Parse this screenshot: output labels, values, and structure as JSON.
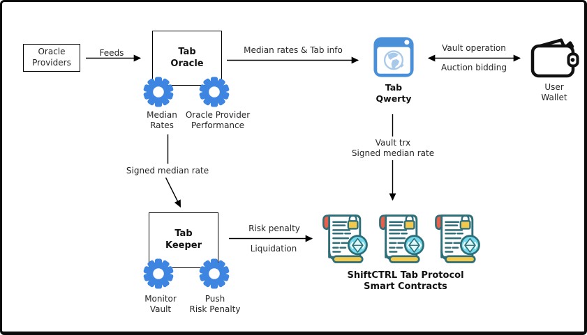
{
  "title": "ShiftCTRL Tab Protocol architecture diagram",
  "colors": {
    "background": "#ffffff",
    "frame_border": "#000000",
    "connector": "#000000",
    "text": "#252525",
    "gear_blue": "#3D85E0",
    "browser_blue": "#4A90D9",
    "globe_blue": "#A9C9EA",
    "contract_teal": "#2E6E78",
    "contract_red": "#E8604C",
    "contract_yellow": "#F2C94C",
    "contract_cyan": "#74D9EC",
    "wallet_black": "#111111"
  },
  "nodes": {
    "oracle_providers": {
      "line1": "Oracle",
      "line2": "Providers"
    },
    "tab_oracle": {
      "line1": "Tab",
      "line2": "Oracle"
    },
    "tab_qwerty": {
      "line1": "Tab",
      "line2": "Qwerty"
    },
    "user_wallet": {
      "line1": "User",
      "line2": "Wallet"
    },
    "tab_keeper": {
      "line1": "Tab",
      "line2": "Keeper"
    },
    "smart_contracts": {
      "line1": "ShiftCTRL Tab Protocol",
      "line2": "Smart Contracts"
    }
  },
  "gear_labels": {
    "median_rates": {
      "line1": "Median",
      "line2": "Rates"
    },
    "oracle_provider_performance": {
      "line1": "Oracle Provider",
      "line2": "Performance"
    },
    "monitor_vault": {
      "line1": "Monitor",
      "line2": "Vault"
    },
    "push_risk_penalty": {
      "line1": "Push",
      "line2": "Risk Penalty"
    }
  },
  "edges": {
    "feeds": "Feeds",
    "median_rates_tab_info": "Median rates & Tab info",
    "vault_operation": "Vault operation",
    "auction_bidding": "Auction bidding",
    "vault_trx": "Vault trx",
    "signed_median_rate_to_contracts": "Signed median rate",
    "signed_median_rate_to_keeper": "Signed median rate",
    "risk_penalty": "Risk penalty",
    "liquidation": "Liquidation"
  },
  "icons": {
    "gear": "gear-icon (blue cog)",
    "tab_qwerty": "browser-globe-icon (blue browser window with globe)",
    "user_wallet": "wallet-icon (black outline wallet)",
    "smart_contract": "contract-scroll-icon (scroll + lock + ethereum badge)"
  }
}
